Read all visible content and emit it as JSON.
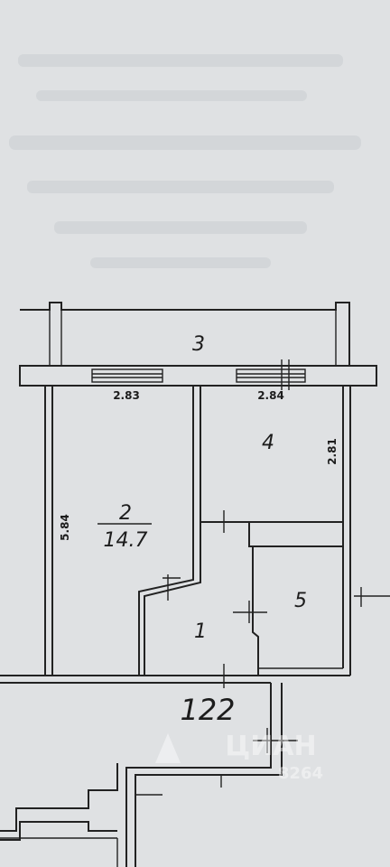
{
  "plan": {
    "rooms": [
      {
        "id": "1",
        "label": "1"
      },
      {
        "id": "2",
        "label": "2",
        "area": "14.7"
      },
      {
        "id": "3",
        "label": "3"
      },
      {
        "id": "4",
        "label": "4"
      },
      {
        "id": "5",
        "label": "5"
      }
    ],
    "dimensions": {
      "room2_width": "2.83",
      "room4_width": "2.84",
      "room4_depth": "2.81",
      "room2_depth": "5.84"
    },
    "apartment_number": "122"
  },
  "watermark": {
    "brand": "ЦИАН",
    "id_text": "8264"
  },
  "colors": {
    "paper": "#dfe1e3",
    "ink": "#222222"
  }
}
